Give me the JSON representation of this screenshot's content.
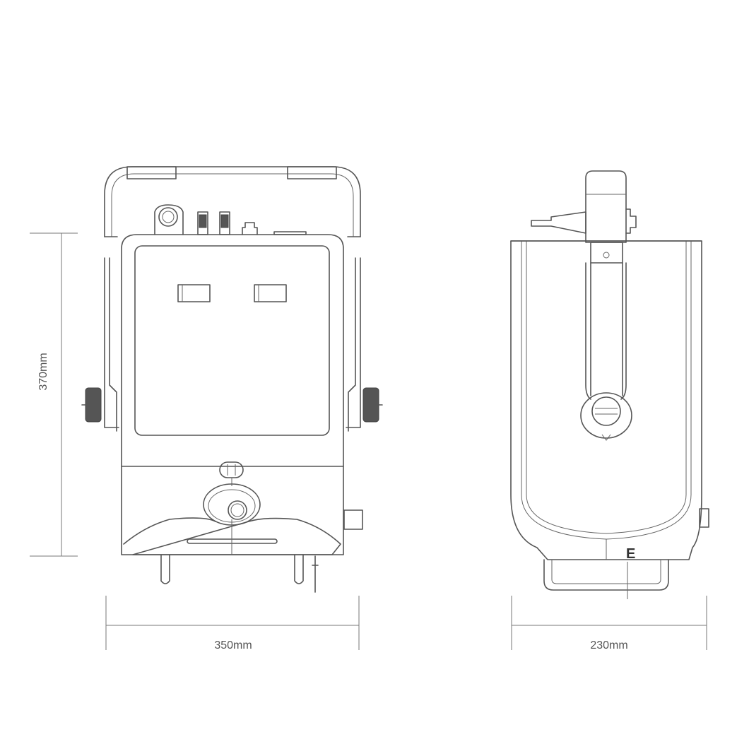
{
  "dimensions": {
    "height_label": "370mm",
    "front_width_label": "350mm",
    "side_depth_label": "230mm"
  },
  "side_view": {
    "mark": "E"
  },
  "colors": {
    "line": "#555555",
    "dimension": "#777777",
    "background": "#ffffff"
  }
}
